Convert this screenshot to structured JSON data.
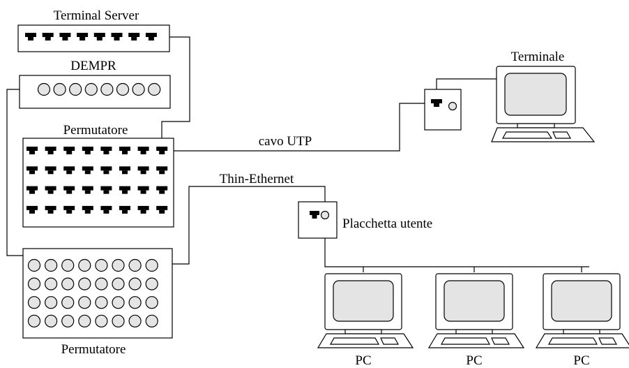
{
  "labels": {
    "terminal_server": "Terminal Server",
    "dempr": "DEMPR",
    "permutatore_top": "Permutatore",
    "permutatore_bottom": "Permutatore",
    "cavo_utp": "cavo UTP",
    "thin_ethernet": "Thin-Ethernet",
    "terminale": "Terminale",
    "placchetta_utente": "Placchetta utente",
    "pc_1": "PC",
    "pc_2": "PC",
    "pc_3": "PC"
  },
  "components": {
    "terminal_server_ports": 8,
    "dempr_bnc_connectors": 8,
    "rj45_patch_panel": {
      "rows": 4,
      "cols": 8
    },
    "bnc_patch_panel": {
      "rows": 4,
      "cols": 8
    }
  }
}
